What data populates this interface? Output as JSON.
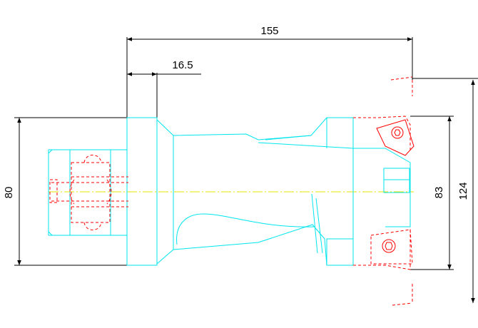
{
  "colors": {
    "background": "#ffffff",
    "outline": "#00e5ee",
    "hidden": "#ff0000",
    "centerline": "#e6e600",
    "dimension": "#000000"
  },
  "dimensions": {
    "overall_length": "155",
    "flange_thickness": "16.5",
    "shank_diameter": "80",
    "insert_span": "83",
    "cutting_diameter": "124"
  }
}
